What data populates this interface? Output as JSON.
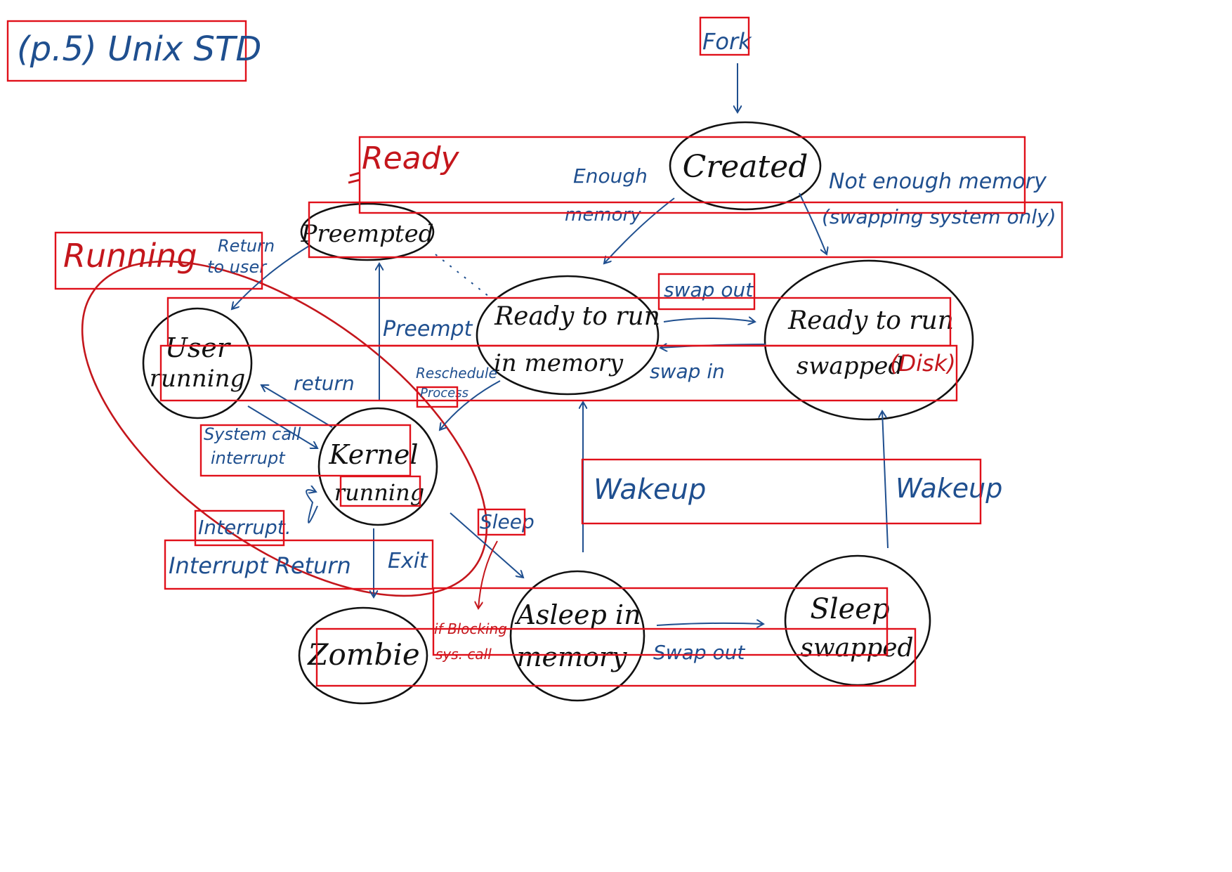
{
  "title": "(p.5) Unix STD",
  "colors": {
    "ink": "#111111",
    "blue_ink": "#1f4f8f",
    "red_ink": "#c4161c",
    "annotation_box": "#e0101a"
  },
  "states": {
    "created": "Created",
    "preempted": "Preempted",
    "user_running": [
      "User",
      "running"
    ],
    "kernel_running": [
      "Kernel",
      "running"
    ],
    "ready_memory": [
      "Ready to run",
      "in memory"
    ],
    "ready_swapped": [
      "Ready to run",
      "swapped"
    ],
    "zombie": "Zombie",
    "asleep_memory": [
      "Asleep in",
      "memory"
    ],
    "sleep_swapped": [
      "Sleep",
      "swapped"
    ]
  },
  "group_labels": {
    "ready": "Ready",
    "running": "Running",
    "disk": "(Disk)"
  },
  "transitions": {
    "fork": "Fork",
    "enough_memory": [
      "Enough",
      "memory"
    ],
    "not_enough_memory": [
      "Not enough memory",
      "(swapping system only)"
    ],
    "return_to_user": [
      "Return",
      "to user"
    ],
    "preempt": "Preempt",
    "return": "return",
    "system_call": [
      "System call",
      "interrupt"
    ],
    "reschedule": [
      "Reschedule",
      "Process"
    ],
    "swap_out_top": "swap out",
    "swap_in": "swap in",
    "interrupt": "Interrupt.",
    "interrupt_return": "Interrupt Return",
    "exit": "Exit",
    "sleep": "Sleep",
    "if_blocking": [
      "if Blocking",
      "sys. call"
    ],
    "wakeup_left": "Wakeup",
    "wakeup_right": "Wakeup",
    "swap_out_bottom": "Swap out"
  }
}
